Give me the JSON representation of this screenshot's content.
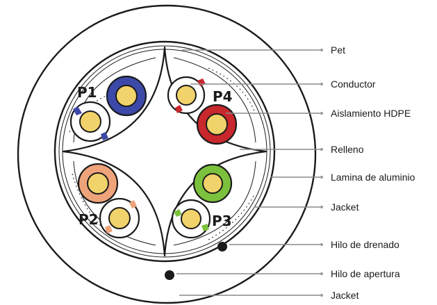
{
  "pairs": {
    "p1": "P1",
    "p2": "P2",
    "p3": "P3",
    "p4": "P4"
  },
  "labels": {
    "pet": "Pet",
    "conductor": "Conductor",
    "aislamiento": "Aislamiento HDPE",
    "relleno": "Relleno",
    "lamina": "Lamina de aluminio",
    "jacket_inner": "Jacket",
    "hilo_drenado": "Hilo de drenado",
    "hilo_apertura": "Hilo de apertura",
    "jacket_outer": "Jacket"
  },
  "colors": {
    "pair1_solid": "#3c49a8",
    "pair2_solid": "#eea37a",
    "pair3_solid": "#7cc13d",
    "pair4_solid": "#c8272c",
    "conductor": "#f2d36b",
    "stroke": "#1a1a1a",
    "leader": "#8a8a8a"
  }
}
